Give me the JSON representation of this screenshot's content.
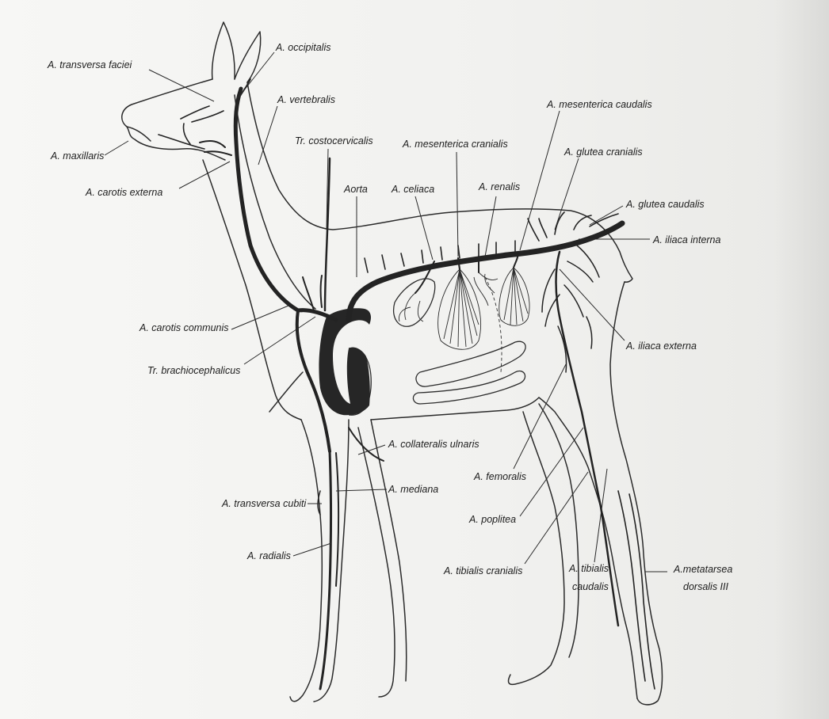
{
  "diagram": {
    "labels": {
      "transversa_faciei": "A. transversa faciei",
      "occipitalis": "A. occipitalis",
      "vertebralis": "A. vertebralis",
      "maxillaris": "A. maxillaris",
      "carotis_externa": "A. carotis externa",
      "costocervicalis": "Tr. costocervicalis",
      "aorta": "Aorta",
      "mesenterica_cranialis": "A. mesenterica cranialis",
      "mesenterica_caudalis": "A. mesenterica caudalis",
      "celiaca": "A. celiaca",
      "renalis": "A. renalis",
      "glutea_cranialis": "A. glutea cranialis",
      "glutea_caudalis": "A. glutea caudalis",
      "iliaca_interna": "A. iliaca interna",
      "carotis_communis": "A. carotis communis",
      "brachiocephalicus": "Tr. brachiocephalicus",
      "iliaca_externa": "A. iliaca externa",
      "collateralis_ulnaris": "A. collateralis ulnaris",
      "mediana": "A. mediana",
      "transversa_cubiti": "A. transversa cubiti",
      "femoralis": "A. femoralis",
      "poplitea": "A. poplitea",
      "radialis": "A. radialis",
      "tibialis_cranialis": "A. tibialis  cranialis",
      "tibialis_caudalis_1": "A. tibialis",
      "tibialis_caudalis_2": "caudalis",
      "metatarsea_1": "A.metatarsea",
      "metatarsea_2": "dorsalis III"
    },
    "colors": {
      "ink": "#232323",
      "paper": "#f4f4f2"
    }
  }
}
